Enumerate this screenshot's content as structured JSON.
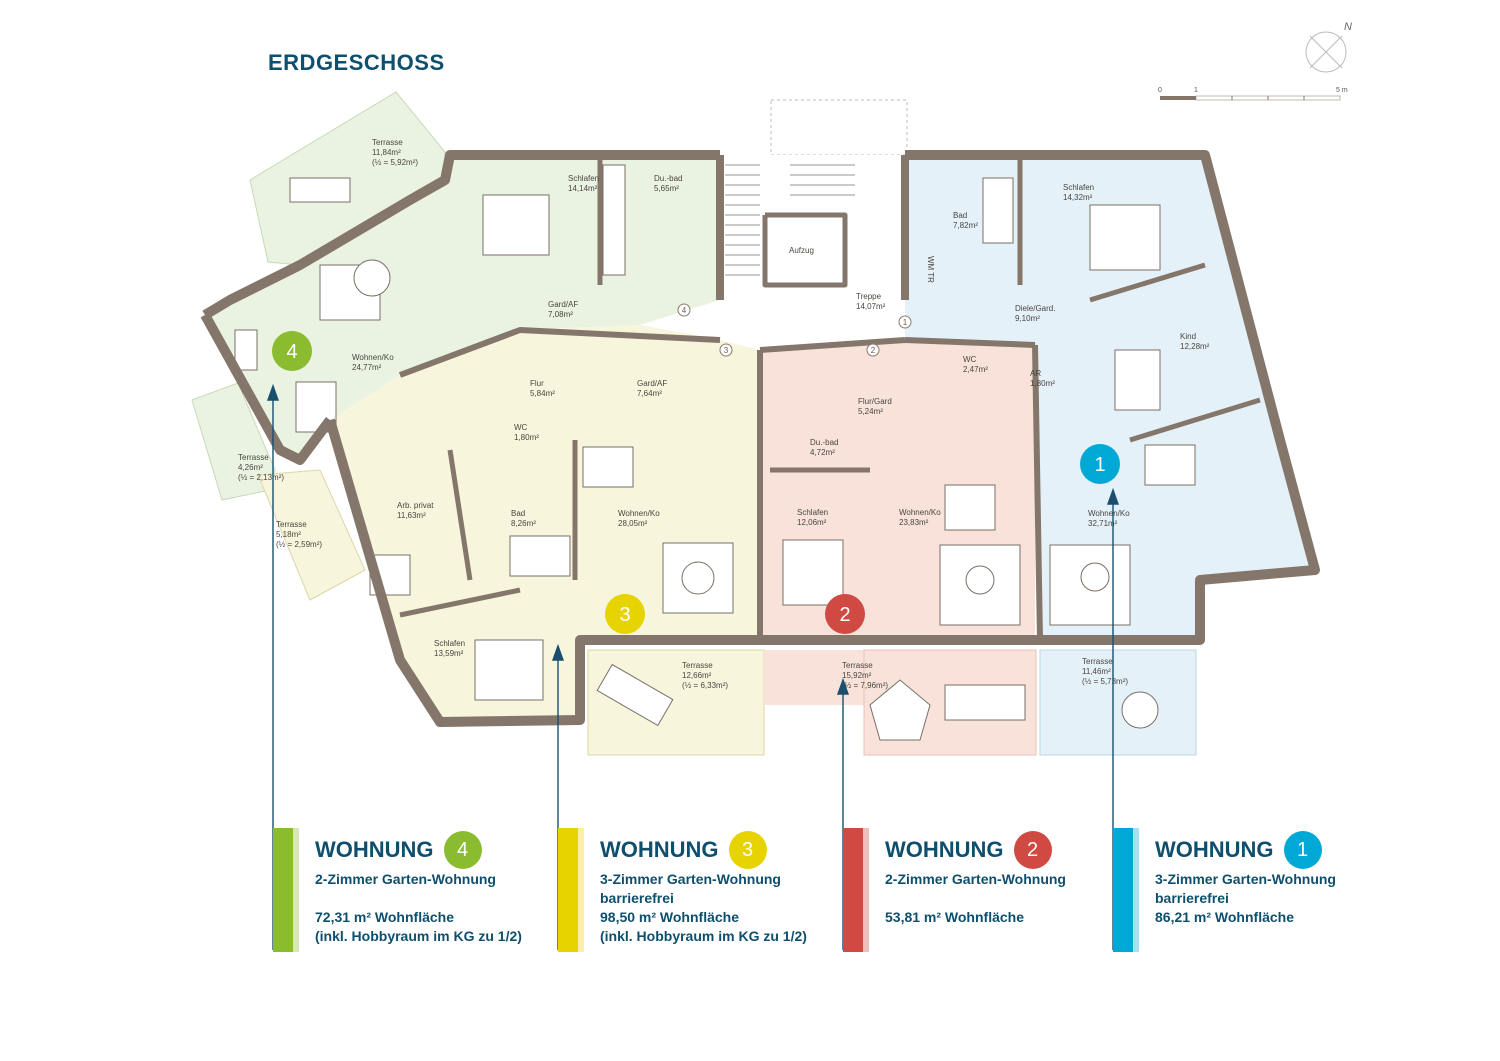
{
  "floor_title": "ERDGESCHOSS",
  "north_label": "N",
  "scale": {
    "ticks": [
      "0",
      "1",
      "5 m"
    ]
  },
  "colors": {
    "w1": "#00a8d6",
    "w2": "#cf4a43",
    "w3": "#e7d300",
    "w4": "#8bbb2f",
    "w1_fill": "#e5f1f8",
    "w2_fill": "#f8e2da",
    "w3_fill": "#f7f5dc",
    "w4_fill": "#eaf3e2",
    "wall": "#84766a",
    "text_blue": "#0f4f6e"
  },
  "rooms": [
    {
      "id": "ter4a",
      "name": "Terrasse",
      "area": "11,84m²",
      "note": "(½ = 5,92m²)"
    },
    {
      "id": "schlafen4",
      "name": "Schlafen",
      "area": "14,14m²"
    },
    {
      "id": "dubad4",
      "name": "Du.-bad",
      "area": "5,65m²"
    },
    {
      "id": "gard4",
      "name": "Gard/AF",
      "area": "7,08m²"
    },
    {
      "id": "wohnen4",
      "name": "Wohnen/Ko",
      "area": "24,77m²"
    },
    {
      "id": "ter4b",
      "name": "Terrasse",
      "area": "4,26m²",
      "note": "(½ = 2,13m²)"
    },
    {
      "id": "ter3a",
      "name": "Terrasse",
      "area": "5,18m²",
      "note": "(½ = 2,59m²)"
    },
    {
      "id": "flur3",
      "name": "Flur",
      "area": "5,84m²"
    },
    {
      "id": "gard3",
      "name": "Gard/AF",
      "area": "7,64m²"
    },
    {
      "id": "wc3",
      "name": "WC",
      "area": "1,80m²"
    },
    {
      "id": "arb3",
      "name": "Arb. privat",
      "area": "11,63m²"
    },
    {
      "id": "bad3",
      "name": "Bad",
      "area": "8,26m²"
    },
    {
      "id": "wohnen3",
      "name": "Wohnen/Ko",
      "area": "28,05m²"
    },
    {
      "id": "schlafen3",
      "name": "Schlafen",
      "area": "13,59m²"
    },
    {
      "id": "ter3b",
      "name": "Terrasse",
      "area": "12,66m²",
      "note": "(½ = 6,33m²)"
    },
    {
      "id": "aufzug",
      "name": "Aufzug"
    },
    {
      "id": "treppe",
      "name": "Treppe",
      "area": "14,07m²"
    },
    {
      "id": "flur2",
      "name": "Flur/Gard",
      "area": "5,24m²"
    },
    {
      "id": "dubad2",
      "name": "Du.-bad",
      "area": "4,72m²"
    },
    {
      "id": "schlafen2",
      "name": "Schlafen",
      "area": "12,06m²"
    },
    {
      "id": "wohnen2",
      "name": "Wohnen/Ko",
      "area": "23,83m²"
    },
    {
      "id": "ter2",
      "name": "Terrasse",
      "area": "15,92m²",
      "note": "(½ = 7,96m²)"
    },
    {
      "id": "bad1",
      "name": "Bad",
      "area": "7,82m²"
    },
    {
      "id": "schlafen1",
      "name": "Schlafen",
      "area": "14,32m²"
    },
    {
      "id": "diele1",
      "name": "Diele/Gard.",
      "area": "9,10m²"
    },
    {
      "id": "wc1",
      "name": "WC",
      "area": "2,47m²"
    },
    {
      "id": "ar1",
      "name": "AR",
      "area": "1,80m²"
    },
    {
      "id": "kind1",
      "name": "Kind",
      "area": "12,28m²"
    },
    {
      "id": "wohnen1",
      "name": "Wohnen/Ko",
      "area": "32,71m²"
    },
    {
      "id": "ter1",
      "name": "Terrasse",
      "area": "11,46m²",
      "note": "(½ = 5,73m²)"
    }
  ],
  "entrances": [
    "4",
    "3",
    "2",
    "1"
  ],
  "wm_label": "WM TR",
  "apartments": [
    {
      "id": "w4",
      "word": "WOHNUNG",
      "number": "4",
      "type": "2-Zimmer Garten-Wohnung",
      "type2": "",
      "area": "72,31 m²  Wohnfläche",
      "note": "(inkl. Hobbyraum im KG zu 1/2)"
    },
    {
      "id": "w3",
      "word": "WOHNUNG",
      "number": "3",
      "type": "3-Zimmer Garten-Wohnung",
      "type2": "barrierefrei",
      "area": "98,50 m²  Wohnfläche",
      "note": "(inkl. Hobbyraum im KG zu 1/2)"
    },
    {
      "id": "w2",
      "word": "WOHNUNG",
      "number": "2",
      "type": "2-Zimmer Garten-Wohnung",
      "type2": "",
      "area": "53,81 m²  Wohnfläche",
      "note": ""
    },
    {
      "id": "w1",
      "word": "WOHNUNG",
      "number": "1",
      "type": "3-Zimmer Garten-Wohnung",
      "type2": "barrierefrei",
      "area": "86,21 m²  Wohnfläche",
      "note": ""
    }
  ]
}
